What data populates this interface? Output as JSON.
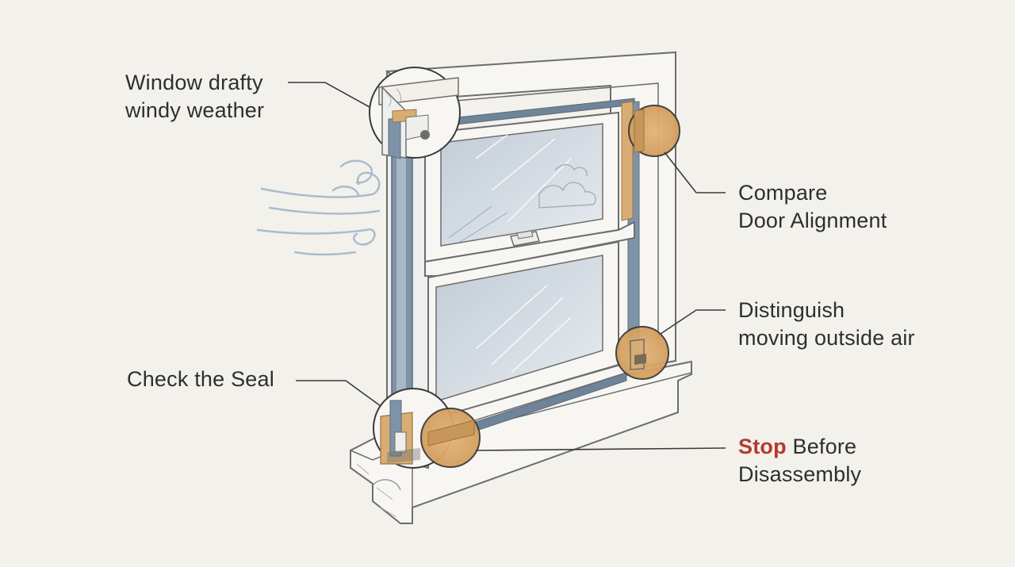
{
  "labels": {
    "window_drafty": {
      "line1": "Window drafty",
      "line2": "windy weather"
    },
    "check_seal": {
      "line1": "Check the Seal"
    },
    "compare_alignment": {
      "line1": "Compare",
      "line2": "Door Alignment"
    },
    "distinguish_air": {
      "line1": "Distinguish",
      "line2": "moving outside air"
    },
    "stop_disassembly": {
      "highlight": "Stop",
      "rest": " Before",
      "line2": "Disassembly"
    }
  },
  "colors": {
    "background": "#f3f1ec",
    "frame_white": "#f7f6f2",
    "frame_line": "#6d6d6d",
    "weatherstrip_blue": "#7f93a8",
    "glass": "#c9d3dc",
    "wood": "#d7ad73",
    "accent_red": "#b23a2e",
    "wind": "#a9bccd"
  }
}
